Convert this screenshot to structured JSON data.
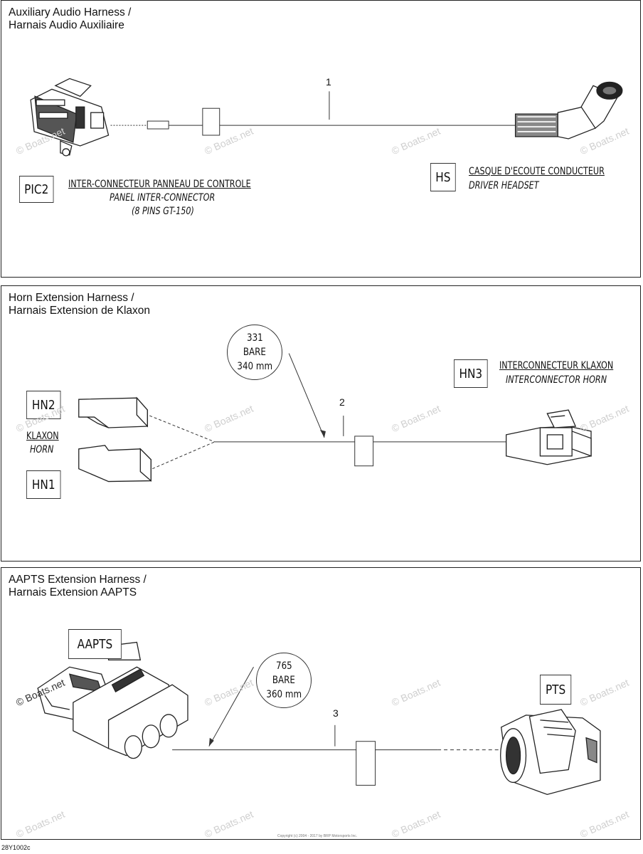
{
  "panels": {
    "aux": {
      "title1": "Auxiliary Audio Harness /",
      "title2": "Harnais Audio Auxiliaire",
      "callout": "1",
      "pic2": {
        "code": "PIC2",
        "line1": "INTER-CONNECTEUR PANNEAU DE CONTROLE",
        "line2": "PANEL INTER-CONNECTOR",
        "line3": "(8 PINS GT-150)"
      },
      "hs": {
        "code": "HS",
        "line1": "CASQUE D'ECOUTE CONDUCTEUR",
        "line2": "DRIVER HEADSET"
      }
    },
    "horn": {
      "title1": "Horn Extension Harness /",
      "title2": "Harnais Extension de Klaxon",
      "callout": "2",
      "circle": {
        "line1": "331",
        "line2": "BARE",
        "line3": "340 mm"
      },
      "hn3": {
        "code": "HN3",
        "line1": "INTERCONNECTEUR KLAXON",
        "line2": "INTERCONNECTOR HORN"
      },
      "hn2": {
        "code": "HN2"
      },
      "hn1": {
        "code": "HN1"
      },
      "klaxon": "KLAXON",
      "horn": "HORN"
    },
    "aapts": {
      "title1": "AAPTS Extension Harness /",
      "title2": "Harnais Extension AAPTS",
      "callout": "3",
      "circle": {
        "line1": "765",
        "line2": "BARE",
        "line3": "360 mm"
      },
      "aapts_code": "AAPTS",
      "pts_code": "PTS"
    }
  },
  "watermark": "© Boats.net",
  "footer_code": "28Y1002c",
  "copyright": "Copyright (c) 2004 - 2017 by BRP Motorsports Inc."
}
